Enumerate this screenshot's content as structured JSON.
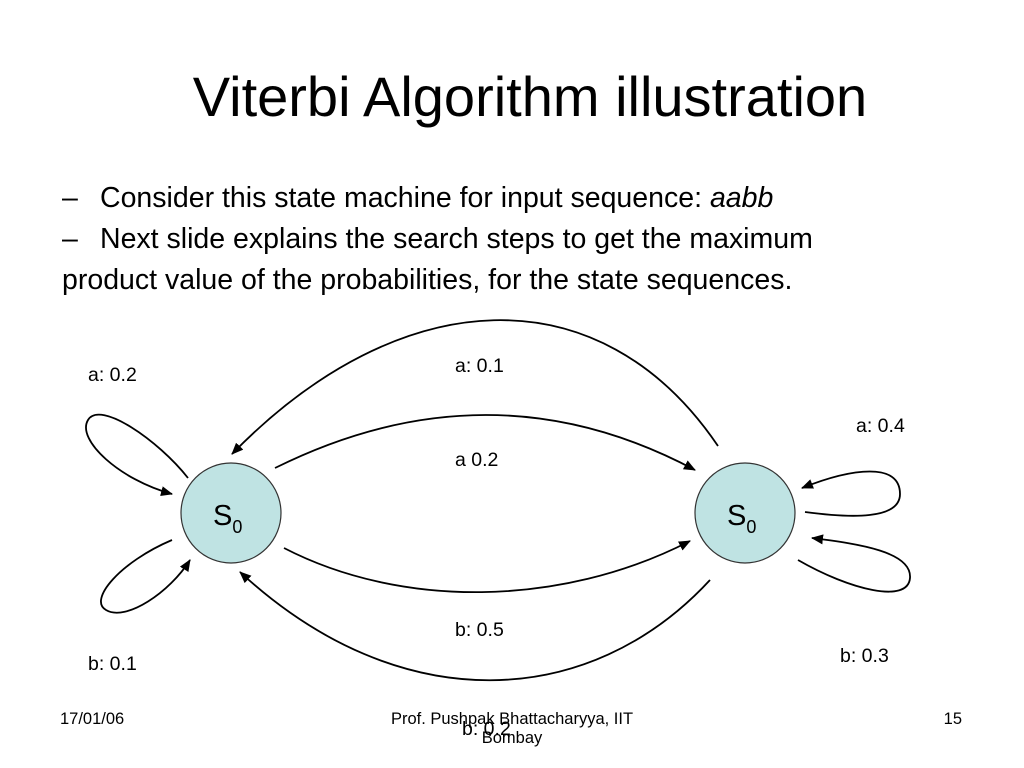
{
  "slide": {
    "title": "Viterbi Algorithm illustration",
    "bullets": [
      {
        "dash": "–",
        "text": "Consider this state machine for input sequence: ",
        "emphasis": "aabb"
      },
      {
        "dash": "–",
        "text_line1": "Next slide explains the search steps to get the maximum",
        "text_line2": "product value of the probabilities, for the state sequences."
      }
    ]
  },
  "diagram": {
    "states": [
      {
        "name": "S",
        "subscript": "0",
        "fill": "#bfe3e3"
      },
      {
        "name": "S",
        "subscript": "0",
        "fill": "#bfe3e3"
      }
    ],
    "transitions": {
      "left_self_a": "a: 0.2",
      "left_self_b": "b: 0.1",
      "right_self_a": "a: 0.4",
      "right_self_b": "b: 0.3",
      "top_outer": "a: 0.1",
      "top_inner": "a 0.2",
      "bottom_inner": "b: 0.5",
      "bottom_outer": "b: 0.2"
    }
  },
  "footer": {
    "date": "17/01/06",
    "author_line1": "Prof. Pushpak Bhattacharyya, IIT",
    "author_line2": "Bombay",
    "page": "15"
  }
}
